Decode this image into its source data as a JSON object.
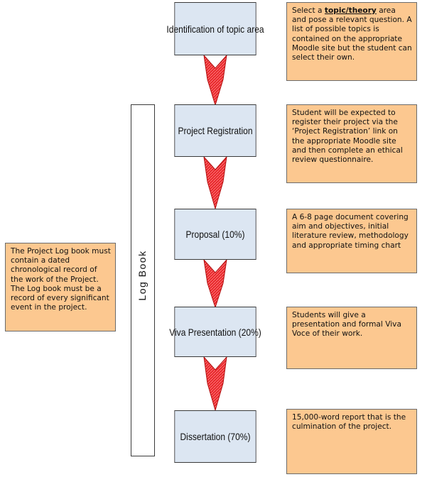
{
  "steps": [
    {
      "label": "Identification of topic area"
    },
    {
      "label": "Project Registration"
    },
    {
      "label": "Proposal (10%)"
    },
    {
      "label": "Viva Presentation (20%)"
    },
    {
      "label": "Dissertation (70%)"
    }
  ],
  "notes": {
    "topic_pre": " Select a ",
    "topic_bold": "topic/theory",
    "topic_post": " area and pose a relevant question. A list of possible topics is contained on the appropriate Moodle site but the student can select their own.",
    "registration": "Student will be expected to register their project via the ‘Project Registration’ link on the appropriate Moodle site and then complete an ethical review questionnaire.",
    "proposal": "A 6-8 page document covering aim and objectives, initial literature review, methodology and appropriate timing chart",
    "viva": "Students will give a presentation and formal Viva Voce of their work.",
    "dissertation": "15,000-word report that is the culmination of the project."
  },
  "log_book": {
    "label": "Log Book",
    "note": "The Project Log book must contain a dated chronological record of the work of the Project. The Log book must be a record of every significant event in the project."
  },
  "colors": {
    "step_fill": "#dce6f2",
    "note_fill": "#fcc890",
    "arrow_fill": "#e8262a",
    "border": "#3a3a3a"
  }
}
